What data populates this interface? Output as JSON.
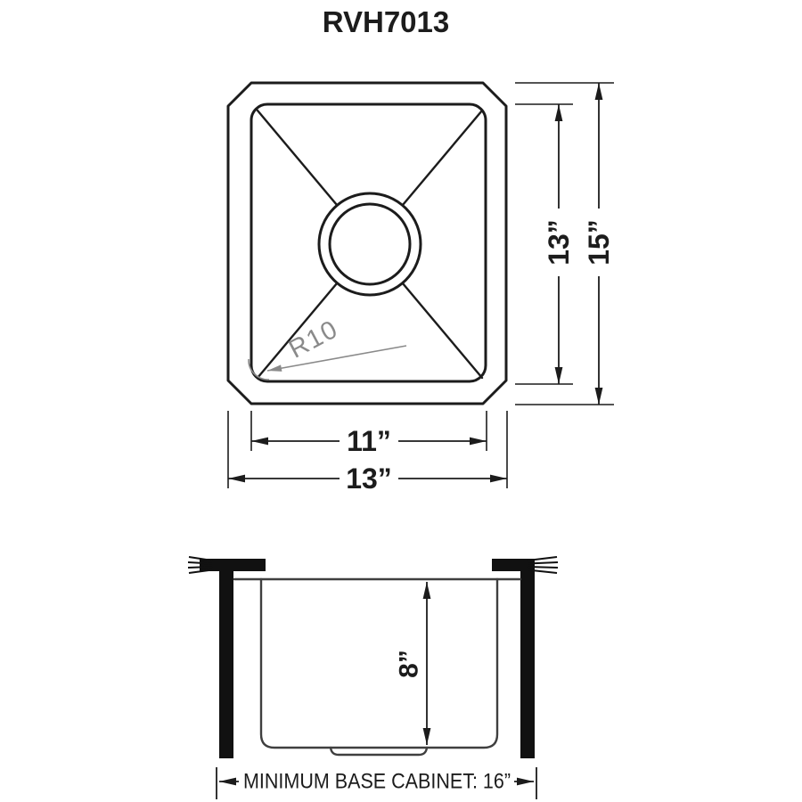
{
  "title": "RVH7013",
  "colors": {
    "background": "#ffffff",
    "line": "#1c1c1c",
    "secondary_line": "#3f3f3f",
    "annotation": "#8a8a8a"
  },
  "top_view": {
    "labels": {
      "inner_height": "13”",
      "outer_height": "15”",
      "inner_width": "11”",
      "outer_width": "13”",
      "corner_radius": "R10"
    }
  },
  "side_view": {
    "labels": {
      "depth": "8”",
      "base_cabinet": "MINIMUM BASE CABINET: 16”"
    }
  }
}
